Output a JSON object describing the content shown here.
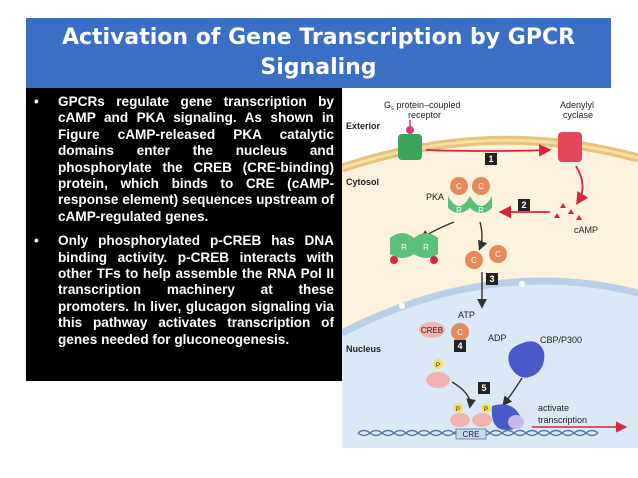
{
  "slide": {
    "title_line1": "Activation of Gene Transcription by GPCR",
    "title_line2": "Signaling",
    "bullets": [
      {
        "marker": "•",
        "text": "GPCRs regulate gene transcription by cAMP and PKA signaling. As shown in Figure cAMP-released PKA catalytic domains enter the nucleus and phosphorylate the CREB (CRE-binding) protein, which binds to CRE (cAMP-response element) sequences upstream of cAMP-regulated genes."
      },
      {
        "marker": "•",
        "text": "Only phosphorylated p-CREB has DNA binding activity. p-CREB interacts with other TFs to help assemble the RNA Pol II transcription machinery at these promoters. In liver, glucagon signaling via this pathway activates transcription of genes needed for gluconeogenesis."
      }
    ]
  },
  "figure": {
    "gs_label_prefix": "G",
    "gs_label_sub": "s",
    "gs_label_line1_rest": " protein–coupled",
    "gs_label_line2": "receptor",
    "adenylyl_line1": "Adenylyl",
    "adenylyl_line2": "cyclase",
    "exterior": "Exterior",
    "cytosol": "Cytosol",
    "nucleus": "Nucleus",
    "pka": "PKA",
    "camp": "cAMP",
    "atp": "ATP",
    "adp": "ADP",
    "creb": "CREB",
    "cbp": "CBP/P300",
    "cre": "CRE",
    "activate_line1": "activate",
    "activate_line2": "transcription",
    "subunit_c": "C",
    "subunit_r": "R",
    "phospho": "P",
    "steps": [
      "1",
      "2",
      "3",
      "4",
      "5"
    ],
    "colors": {
      "title_bg": "#3b6fc6",
      "cytosol": "#fbf1dc",
      "nucleus": "#dbe9f6",
      "membrane": "#e7c27a",
      "pka_c": "#e58a5d",
      "pka_r": "#5cc07c",
      "cbp": "#4a59c9",
      "creb": "#f2b3b0",
      "phospho": "#f3e063",
      "arrow": "#d7263d"
    }
  }
}
